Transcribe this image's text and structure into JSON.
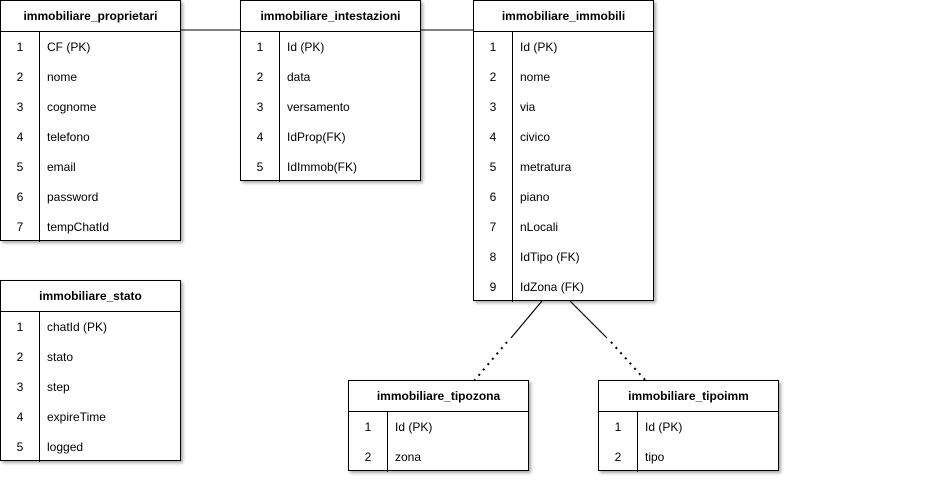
{
  "tables": {
    "proprietari": {
      "title": "immobiliare_proprietari",
      "rows": [
        {
          "n": "1",
          "f": "CF (PK)"
        },
        {
          "n": "2",
          "f": "nome"
        },
        {
          "n": "3",
          "f": "cognome"
        },
        {
          "n": "4",
          "f": "telefono"
        },
        {
          "n": "5",
          "f": "email"
        },
        {
          "n": "6",
          "f": "password"
        },
        {
          "n": "7",
          "f": "tempChatId"
        }
      ]
    },
    "intestazioni": {
      "title": "immobiliare_intestazioni",
      "rows": [
        {
          "n": "1",
          "f": "Id (PK)"
        },
        {
          "n": "2",
          "f": "data"
        },
        {
          "n": "3",
          "f": "versamento"
        },
        {
          "n": "4",
          "f": "IdProp(FK)"
        },
        {
          "n": "5",
          "f": "IdImmob(FK)"
        }
      ]
    },
    "immobili": {
      "title": "immobiliare_immobili",
      "rows": [
        {
          "n": "1",
          "f": "Id (PK)"
        },
        {
          "n": "2",
          "f": "nome"
        },
        {
          "n": "3",
          "f": "via"
        },
        {
          "n": "4",
          "f": "civico"
        },
        {
          "n": "5",
          "f": "metratura"
        },
        {
          "n": "6",
          "f": "piano"
        },
        {
          "n": "7",
          "f": "nLocali"
        },
        {
          "n": "8",
          "f": "IdTipo (FK)"
        },
        {
          "n": "9",
          "f": "IdZona (FK)"
        }
      ]
    },
    "stato": {
      "title": "immobiliare_stato",
      "rows": [
        {
          "n": "1",
          "f": "chatId (PK)"
        },
        {
          "n": "2",
          "f": "stato"
        },
        {
          "n": "3",
          "f": "step"
        },
        {
          "n": "4",
          "f": "expireTime"
        },
        {
          "n": "5",
          "f": "logged"
        }
      ]
    },
    "tipozona": {
      "title": "immobiliare_tipozona",
      "rows": [
        {
          "n": "1",
          "f": "Id (PK)"
        },
        {
          "n": "2",
          "f": "zona"
        }
      ]
    },
    "tipoimm": {
      "title": "immobiliare_tipoimm",
      "rows": [
        {
          "n": "1",
          "f": "Id (PK)"
        },
        {
          "n": "2",
          "f": "tipo"
        }
      ]
    }
  },
  "colors": {
    "line": "#000000",
    "background": "#ffffff"
  }
}
